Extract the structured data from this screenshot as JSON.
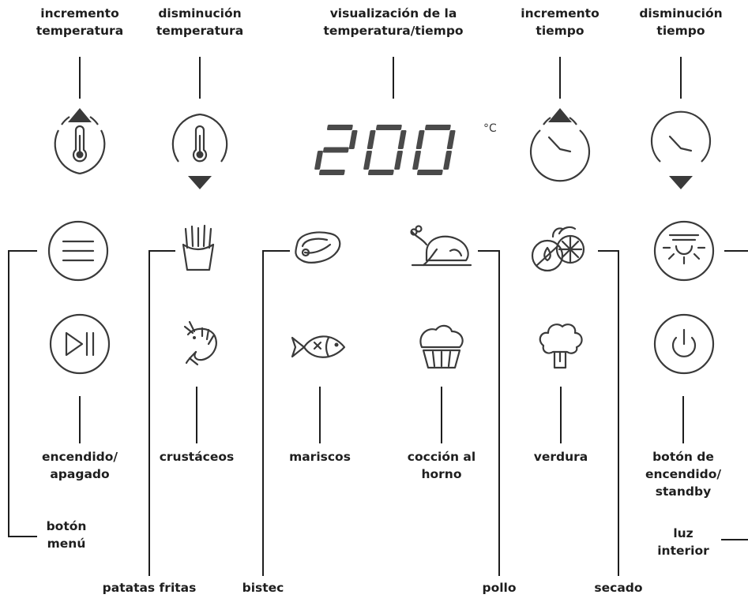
{
  "display": {
    "value": "200",
    "unit": "°C"
  },
  "labels": {
    "temp_up": "incremento\ntemperatura",
    "temp_down": "disminución\ntemperatura",
    "display": "visualización de la\ntemperatura/tiempo",
    "time_up": "incremento\ntiempo",
    "time_down": "disminución\ntiempo",
    "power": "encendido/\napagado",
    "shrimp": "crustáceos",
    "fish": "mariscos",
    "bake": "cocción al\nhorno",
    "veg": "verdura",
    "standby": "botón de\nencendido/\nstandby",
    "menu": "botón\nmenú",
    "light": "luz\ninterior",
    "fries": "patatas fritas",
    "steak": "bistec",
    "chicken": "pollo",
    "dry": "secado"
  }
}
